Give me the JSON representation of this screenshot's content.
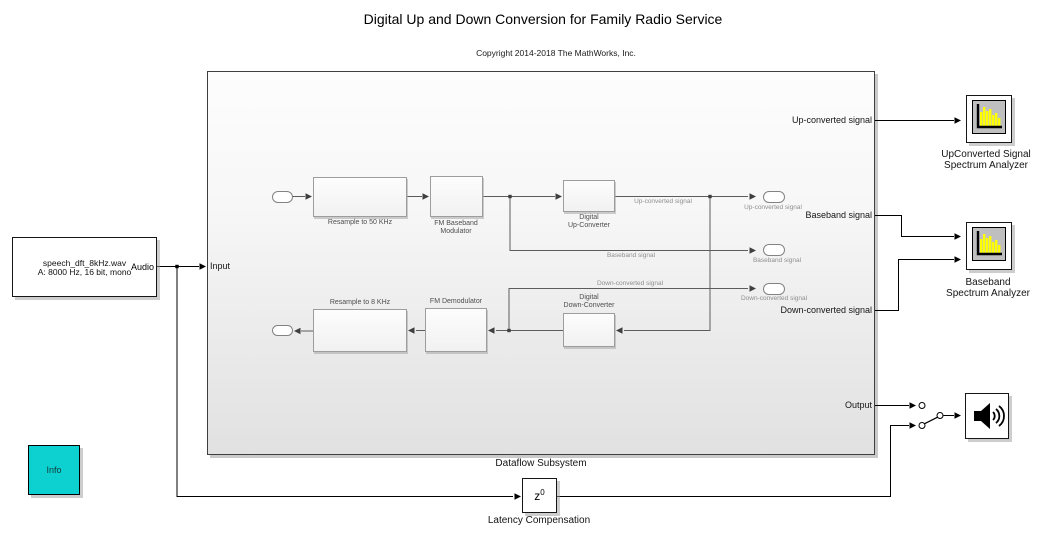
{
  "title": "Digital Up and Down Conversion for Family Radio Service",
  "copyright": "Copyright 2014-2018 The MathWorks, Inc.",
  "audio_source": {
    "line1": "speech_dft_8kHz.wav",
    "line2": "A: 8000 Hz, 16 bit, mono",
    "port": "Audio"
  },
  "subsystem": {
    "label": "Dataflow Subsystem",
    "ports": {
      "input": "Input",
      "up": "Up-converted signal",
      "baseband": "Baseband signal",
      "down": "Down-converted signal",
      "output": "Output"
    },
    "blocks": {
      "resample50": "Resample to 50 KHz",
      "fm_mod1": "FM Baseband",
      "fm_mod2": "Modulator",
      "duc1": "Digital",
      "duc2": "Up-Converter",
      "ddc1": "Digital",
      "ddc2": "Down-Converter",
      "fm_demod": "FM Demodulator",
      "resample8": "Resample to 8 KHz"
    },
    "line_labels": {
      "up": "Up-converted signal",
      "baseband": "Baseband signal",
      "down": "Down-converted signal"
    },
    "outports": {
      "up": "Up-converted signal",
      "baseband": "Baseband signal",
      "down": "Down-converted signal"
    }
  },
  "scopes": {
    "up_line1": "UpConverted Signal",
    "up_line2": "Spectrum Analyzer",
    "bb_line1": "Baseband",
    "bb_line2": "Spectrum Analyzer"
  },
  "latency": {
    "base": "z",
    "exp": "0",
    "label": "Latency Compensation"
  },
  "info": {
    "label": "Info"
  },
  "icons": {
    "spectrum": "spectrum-bars-icon",
    "speaker": "speaker-icon",
    "switch": "manual-switch-icon"
  },
  "colors": {
    "info_bg": "#0DD1D1",
    "bars": "#FFFF00",
    "screen_bg": "#BFBFBF",
    "wire_exterior": "#000000",
    "wire_interior": "#5C5C5C"
  }
}
